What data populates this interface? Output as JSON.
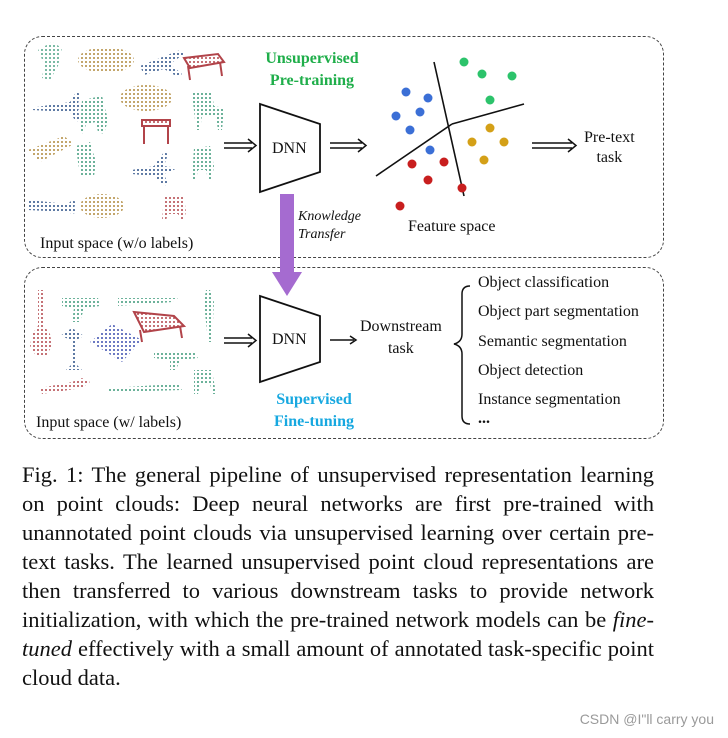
{
  "figure": {
    "top_panel": {
      "pretraining_label_line1": "Unsupervised",
      "pretraining_label_line2": "Pre-training",
      "dnn_label": "DNN",
      "input_space_label": "Input space (w/o labels)",
      "feature_space_label": "Feature space",
      "pretext_label_line1": "Pre-text",
      "pretext_label_line2": "task"
    },
    "transfer_label_line1": "Knowledge",
    "transfer_label_line2": "Transfer",
    "bottom_panel": {
      "dnn_label": "DNN",
      "input_space_label": "Input space (w/ labels)",
      "finetuning_label_line1": "Supervised",
      "finetuning_label_line2": "Fine-tuning",
      "downstream_label_line1": "Downstream",
      "downstream_label_line2": "task",
      "tasks": [
        "Object classification",
        "Object part segmentation",
        "Semantic segmentation",
        "Object detection",
        "Instance segmentation",
        "..."
      ]
    },
    "colors": {
      "green_text": "#1fae4a",
      "blue_text": "#17a8e0",
      "transfer_arrow": "#a56bd0",
      "cluster_blue": "#3b6fd6",
      "cluster_green": "#2cc36b",
      "cluster_gold": "#d4a017",
      "cluster_red": "#c81e1e"
    }
  },
  "caption": {
    "prefix": "Fig. 1: The general pipeline of unsupervised representation learning on point clouds: Deep neural networks are first pre-trained with unannotated point clouds via unsupervised learning over certain pre-text tasks. The learned unsupervised point cloud representations are then transferred to various downstream tasks to provide network initialization, with which the pre-trained network models can be ",
    "emphasis": "fine-tuned",
    "suffix": " effectively with a small amount of annotated task-specific point cloud data."
  },
  "watermark": "CSDN @I\"ll  carry  you"
}
